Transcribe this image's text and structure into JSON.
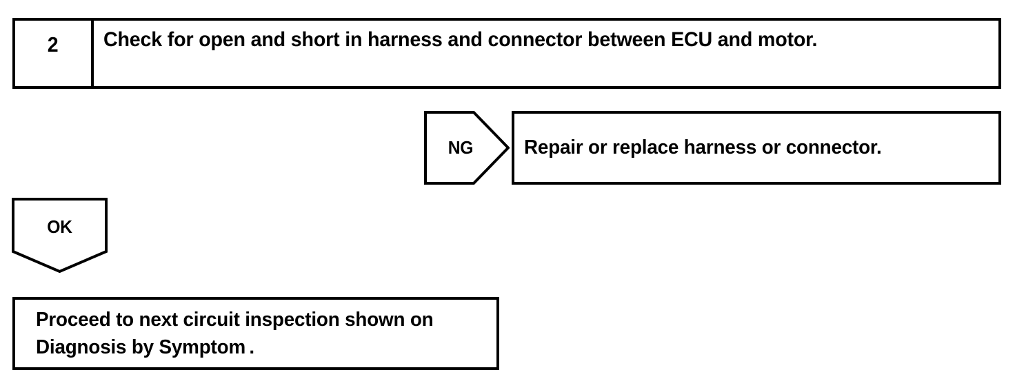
{
  "document": {
    "kind": "troubleshooting-flowchart",
    "background_color": "#ffffff",
    "line_color": "#000000"
  },
  "step": {
    "number": "2",
    "instruction": "Check for open and short in harness and connector between ECU and motor."
  },
  "branches": {
    "ng": {
      "marker_label": "NG",
      "marker_shape": "pentagon-right",
      "result_text": "Repair or replace harness or connector."
    },
    "ok": {
      "marker_label": "OK",
      "marker_shape": "pentagon-down",
      "result_lines": [
        "Proceed to next circuit inspection shown on",
        "Diagnosis by Symptom ."
      ]
    }
  }
}
